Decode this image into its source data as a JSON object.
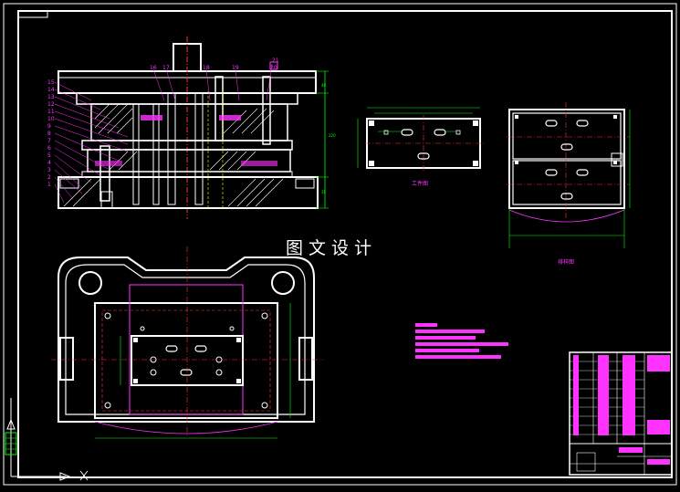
{
  "watermark": "图文设计",
  "captions": {
    "workpiece": "工件图",
    "strip": "排样图"
  },
  "colors": {
    "background": "#000000",
    "outline": "#ffffff",
    "dimension": "#00ff00",
    "centerline": "#ff3333",
    "annotation": "#ff33ff",
    "hidden": "#ffff00"
  },
  "part_numbers": [
    "15",
    "14",
    "13",
    "12",
    "11",
    "10",
    "9",
    "8",
    "7",
    "6",
    "5",
    "4",
    "3",
    "2",
    "1"
  ],
  "top_numbers": [
    "16",
    "17",
    "18",
    "19",
    "20",
    "21"
  ]
}
